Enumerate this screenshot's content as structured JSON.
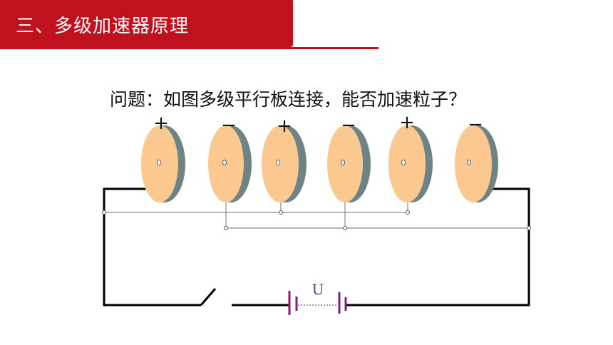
{
  "slide": {
    "title": "三、多级加速器原理",
    "question": "问题：如图多级平行板连接，能否加速粒子？"
  },
  "diagram": {
    "plates": [
      {
        "id": "plate-1",
        "sign": "+"
      },
      {
        "id": "plate-2",
        "sign": "−"
      },
      {
        "id": "plate-3",
        "sign": "+"
      },
      {
        "id": "plate-4",
        "sign": "−"
      },
      {
        "id": "plate-5",
        "sign": "+"
      },
      {
        "id": "plate-6",
        "sign": "−"
      }
    ],
    "battery_label": "U",
    "colors": {
      "accent": "#c0111f",
      "plate_face": "#fbc98f",
      "plate_side": "#6f8385",
      "battery": "#7a1f7a",
      "wire": "#000000",
      "thin_wire": "#8a8a8a"
    }
  }
}
